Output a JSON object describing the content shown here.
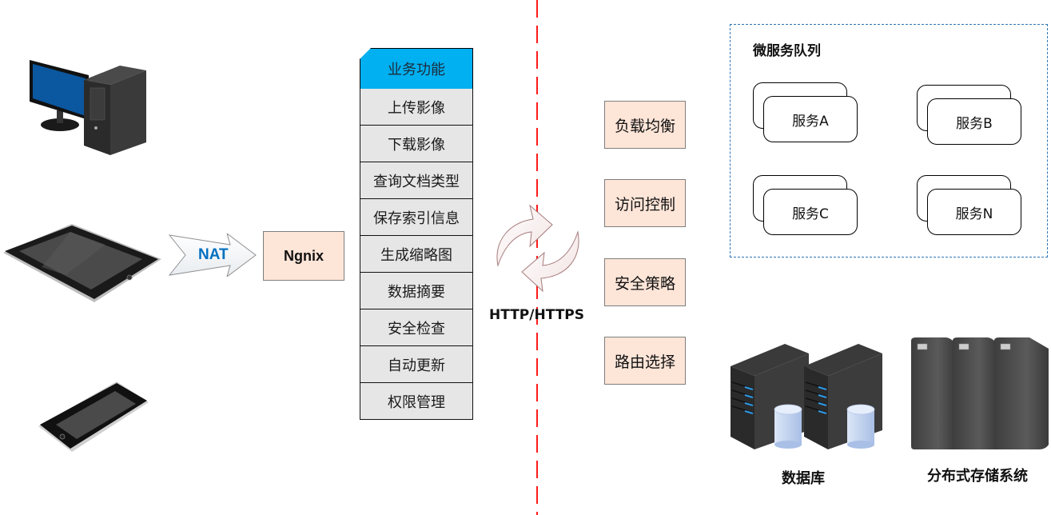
{
  "clients": {
    "desktop": "desktop-computer",
    "tablet": "tablet",
    "phone": "smartphone"
  },
  "nat": {
    "label": "NAT",
    "color": "#0070c0"
  },
  "nginx": {
    "label": "Ngnix"
  },
  "functions": {
    "header": "业务功能",
    "header_color": "#00b0f0",
    "items": [
      "上传影像",
      "下载影像",
      "查询文档类型",
      "保存索引信息",
      "生成缩略图",
      "数据摘要",
      "安全检查",
      "自动更新",
      "权限管理"
    ]
  },
  "protocol": {
    "label": "HTTP/HTTPS",
    "divider_color": "#ff0000"
  },
  "gateway": {
    "items": [
      "负载均衡",
      "访问控制",
      "安全策略",
      "路由选择"
    ]
  },
  "microservices": {
    "title": "微服务队列",
    "services": [
      "服务A",
      "服务B",
      "服务C",
      "服务N"
    ]
  },
  "storage": {
    "database_label": "数据库",
    "distributed_label": "分布式存储系统"
  }
}
